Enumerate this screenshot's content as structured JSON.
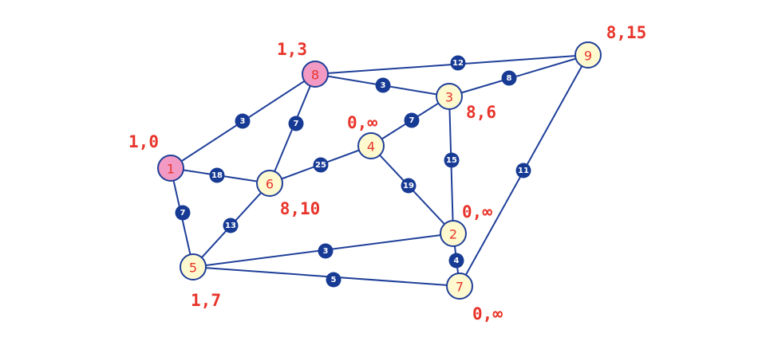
{
  "colors": {
    "visited": "#f29ac4",
    "unvisited": "#fff9cf",
    "edge": "#1f3f99",
    "weight": "#173a94",
    "text": "#e8342a"
  },
  "nodes": [
    {
      "id": "1",
      "label": "1",
      "state": "visited",
      "annotation": "1,0"
    },
    {
      "id": "8",
      "label": "8",
      "state": "visited",
      "annotation": "1,3"
    },
    {
      "id": "9",
      "label": "9",
      "state": "unvisited",
      "annotation": "8,15"
    },
    {
      "id": "3",
      "label": "3",
      "state": "unvisited",
      "annotation": "8,6"
    },
    {
      "id": "4",
      "label": "4",
      "state": "unvisited",
      "annotation": "0,∞"
    },
    {
      "id": "6",
      "label": "6",
      "state": "unvisited",
      "annotation": "8,10"
    },
    {
      "id": "2",
      "label": "2",
      "state": "unvisited",
      "annotation": "0,∞"
    },
    {
      "id": "5",
      "label": "5",
      "state": "unvisited",
      "annotation": "1,7"
    },
    {
      "id": "7",
      "label": "7",
      "state": "unvisited",
      "annotation": "0,∞"
    }
  ],
  "edges": [
    {
      "from": "1",
      "to": "8",
      "weight": "3"
    },
    {
      "from": "1",
      "to": "6",
      "weight": "18"
    },
    {
      "from": "1",
      "to": "5",
      "weight": "7"
    },
    {
      "from": "8",
      "to": "6",
      "weight": "7"
    },
    {
      "from": "8",
      "to": "3",
      "weight": "3"
    },
    {
      "from": "8",
      "to": "9",
      "weight": "12"
    },
    {
      "from": "3",
      "to": "9",
      "weight": "8"
    },
    {
      "from": "3",
      "to": "4",
      "weight": "7"
    },
    {
      "from": "3",
      "to": "2",
      "weight": "15"
    },
    {
      "from": "4",
      "to": "6",
      "weight": "25"
    },
    {
      "from": "4",
      "to": "2",
      "weight": "19"
    },
    {
      "from": "6",
      "to": "5",
      "weight": "13"
    },
    {
      "from": "5",
      "to": "2",
      "weight": "3"
    },
    {
      "from": "5",
      "to": "7",
      "weight": "5"
    },
    {
      "from": "2",
      "to": "7",
      "weight": "4"
    },
    {
      "from": "9",
      "to": "7",
      "weight": "11"
    }
  ]
}
